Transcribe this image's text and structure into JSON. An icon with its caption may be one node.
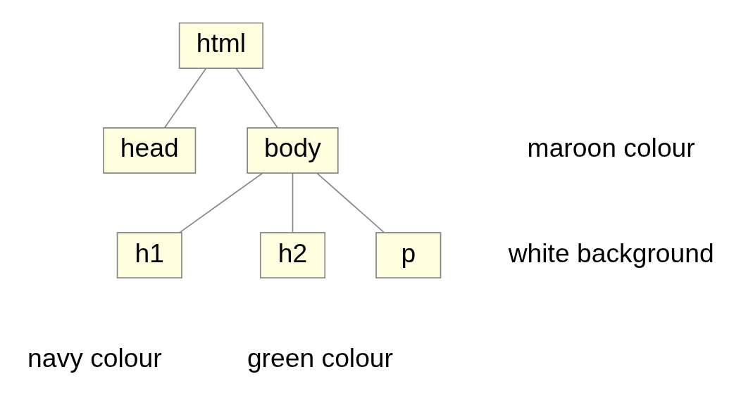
{
  "diagram": {
    "nodes": [
      {
        "text": [
          "html"
        ]
      },
      {
        "text": [
          "head"
        ]
      },
      {
        "text": [
          "body"
        ]
      },
      {
        "text": [
          "h1"
        ]
      },
      {
        "text": [
          "h2"
        ]
      },
      {
        "text": [
          "p"
        ]
      }
    ],
    "edges": [
      {
        "from": 0,
        "to": 1,
        "arrow": "none"
      },
      {
        "from": 0,
        "to": 2,
        "arrow": "none"
      },
      {
        "from": 2,
        "to": 3,
        "arrow": "none"
      },
      {
        "from": 2,
        "to": 4,
        "arrow": "none"
      },
      {
        "from": 2,
        "to": 5,
        "arrow": "none"
      }
    ],
    "labels": [
      "maroon colour",
      "white background",
      "navy colour",
      "green colour"
    ]
  }
}
